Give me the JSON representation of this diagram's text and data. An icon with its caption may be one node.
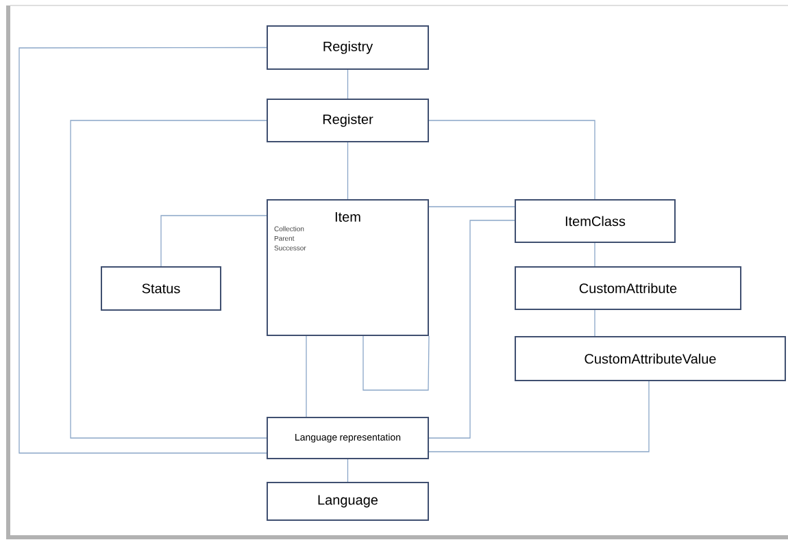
{
  "diagram": {
    "nodes": [
      {
        "text": [
          "Registry"
        ]
      },
      {
        "text": [
          "Register"
        ]
      },
      {
        "text": [
          "Item",
          "Collection",
          "Parent",
          "Successor"
        ]
      },
      {
        "text": [
          "ItemClass"
        ]
      },
      {
        "text": [
          "Status"
        ]
      },
      {
        "text": [
          "CustomAttribute"
        ]
      },
      {
        "text": [
          "CustomAttributeValue"
        ]
      },
      {
        "text": [
          "Language representation"
        ]
      },
      {
        "text": [
          "Language"
        ]
      }
    ],
    "edges": [
      {
        "from": 0,
        "to": 1,
        "arrow": "none"
      },
      {
        "from": 0,
        "to": 7,
        "arrow": "none"
      },
      {
        "from": 1,
        "to": 7,
        "arrow": "none"
      },
      {
        "from": 1,
        "to": 2,
        "arrow": "none"
      },
      {
        "from": 1,
        "to": 3,
        "arrow": "none"
      },
      {
        "from": 2,
        "to": 4,
        "arrow": "none"
      },
      {
        "from": 2,
        "to": 3,
        "arrow": "none"
      },
      {
        "from": 2,
        "to": 2,
        "arrow": "none"
      },
      {
        "from": 2,
        "to": 7,
        "arrow": "none"
      },
      {
        "from": 3,
        "to": 7,
        "arrow": "none"
      },
      {
        "from": 3,
        "to": 5,
        "arrow": "none"
      },
      {
        "from": 5,
        "to": 6,
        "arrow": "none"
      },
      {
        "from": 6,
        "to": 7,
        "arrow": "none"
      },
      {
        "from": 7,
        "to": 8,
        "arrow": "none"
      }
    ]
  }
}
